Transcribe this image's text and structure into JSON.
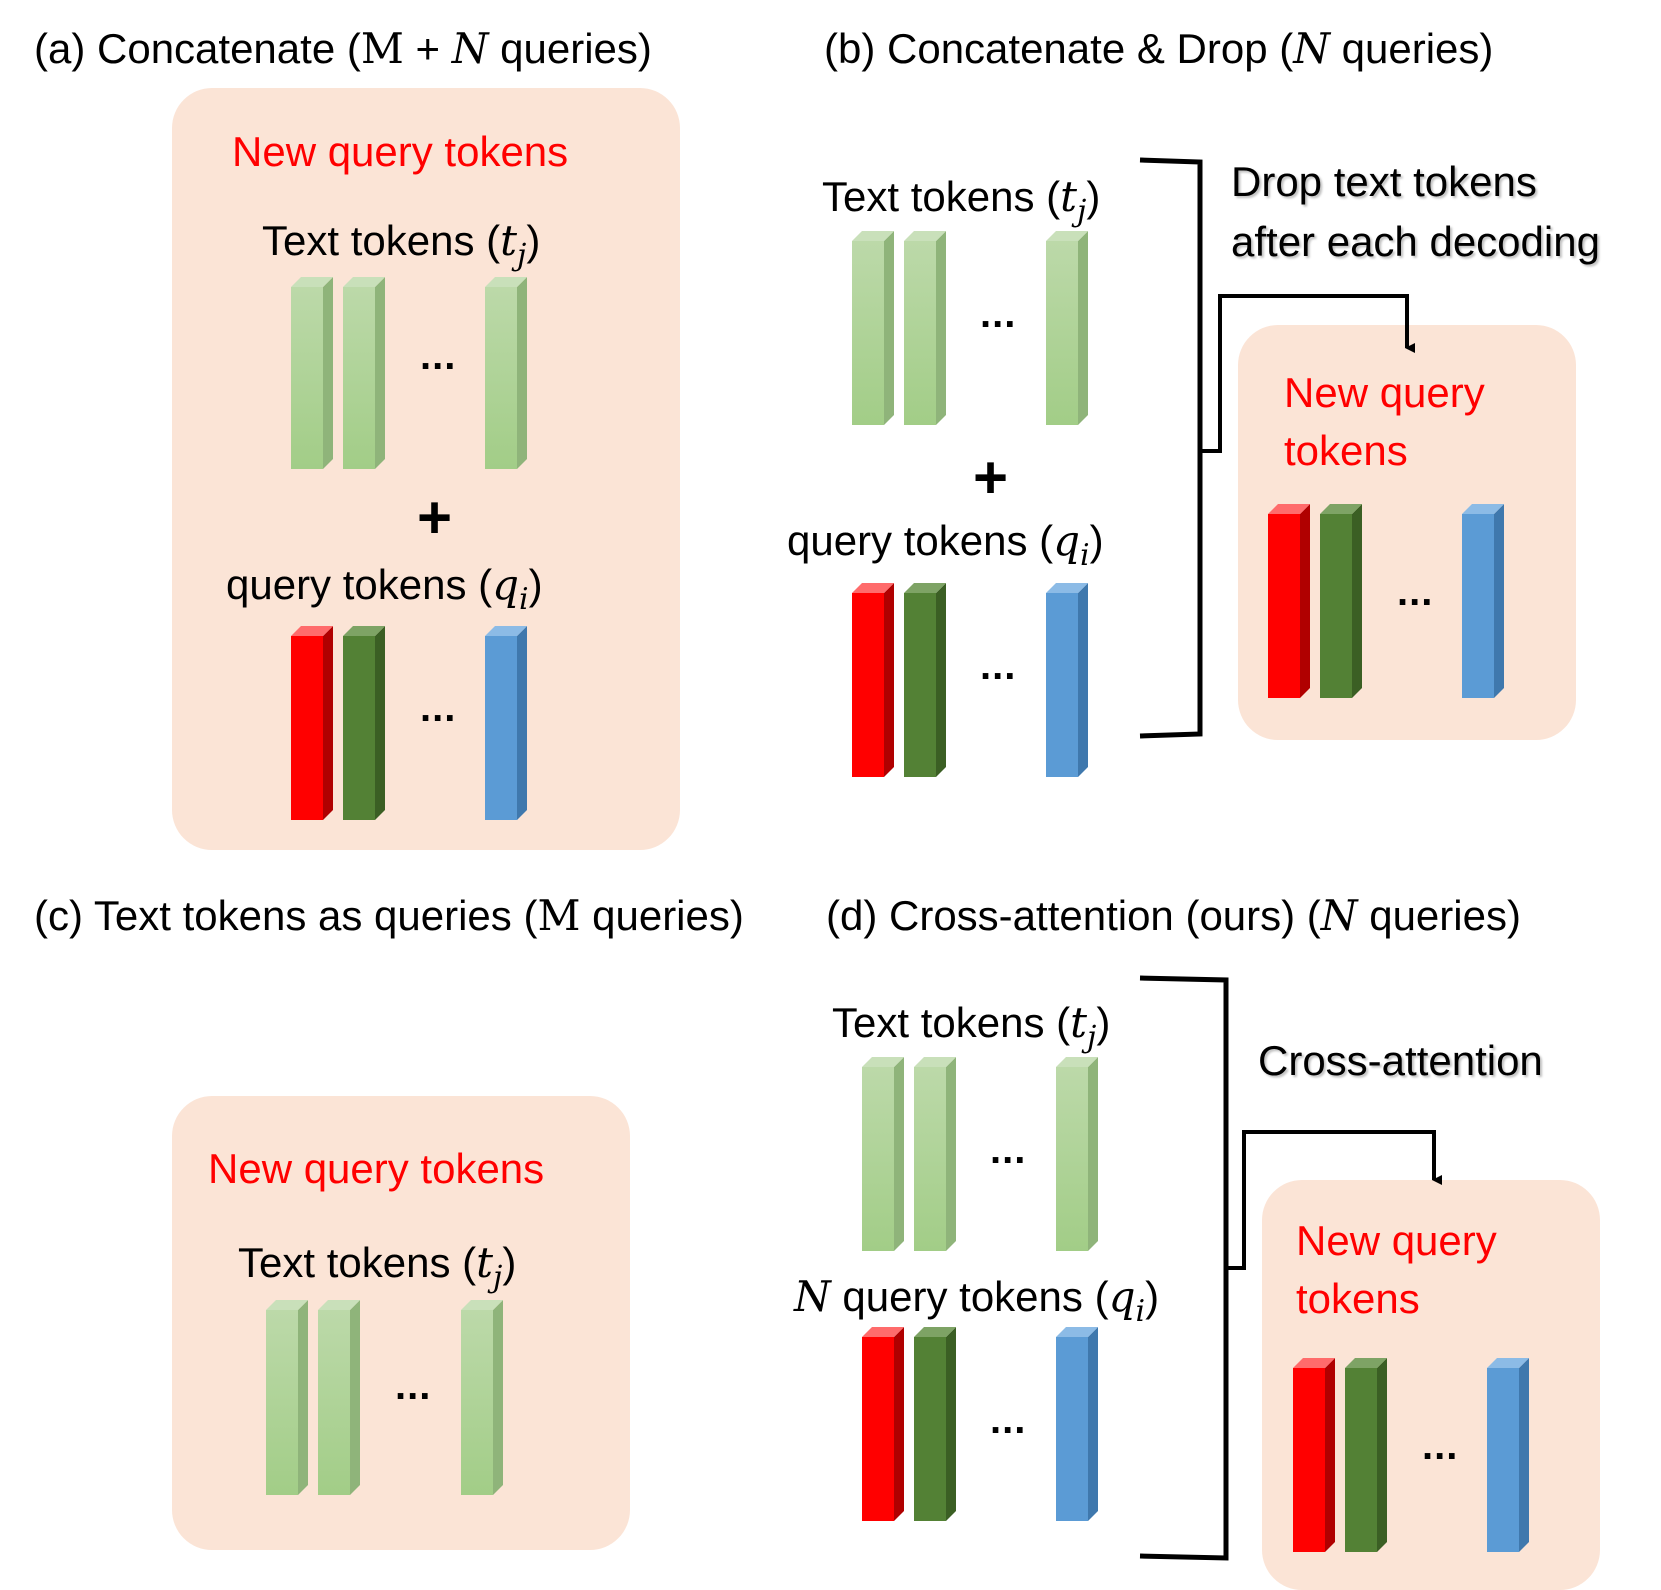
{
  "panels": {
    "a": {
      "title_pre": "(a) Concatenate (",
      "title_m": "M",
      "title_plus": " + ",
      "title_n": "N",
      "title_post": " queries)",
      "new_query": "New query tokens",
      "text_tokens": "Text tokens (",
      "t": "t",
      "j": "j",
      "close": ")",
      "plus": "+",
      "query_tokens": "query tokens (",
      "q": "q",
      "i": "i",
      "dots": "..."
    },
    "b": {
      "title_pre": "(b) Concatenate & Drop (",
      "title_n": "N",
      "title_post": " queries)",
      "text_tokens": "Text tokens (",
      "t": "t",
      "j": "j",
      "close": ")",
      "plus": "+",
      "query_tokens": "query tokens (",
      "q": "q",
      "i": "i",
      "dots": "...",
      "note_line1": "Drop text tokens",
      "note_line2": "after each decoding",
      "new_query_line1": "New query",
      "new_query_line2": "tokens"
    },
    "c": {
      "title_pre": "(c) Text tokens as queries (",
      "title_m": "M",
      "title_post": " queries)",
      "new_query": "New query tokens",
      "text_tokens": "Text tokens (",
      "t": "t",
      "j": "j",
      "close": ")",
      "dots": "..."
    },
    "d": {
      "title_pre": "(d) Cross-attention (ours) (",
      "title_n": "N",
      "title_post": " queries)",
      "text_tokens": "Text tokens (",
      "t": "t",
      "j": "j",
      "close": ")",
      "n": "N",
      "query_tokens": " query tokens (",
      "q": "q",
      "i": "i",
      "dots": "...",
      "note": "Cross-attention",
      "new_query_line1": "New query",
      "new_query_line2": "tokens"
    }
  },
  "colors": {
    "box_fill": "#fbe4d6",
    "label_red": "#ff0000",
    "token_light_green": "#a9d18e",
    "token_red": "#ff0000",
    "token_dark_green": "#538135",
    "token_blue": "#5b9bd5"
  }
}
